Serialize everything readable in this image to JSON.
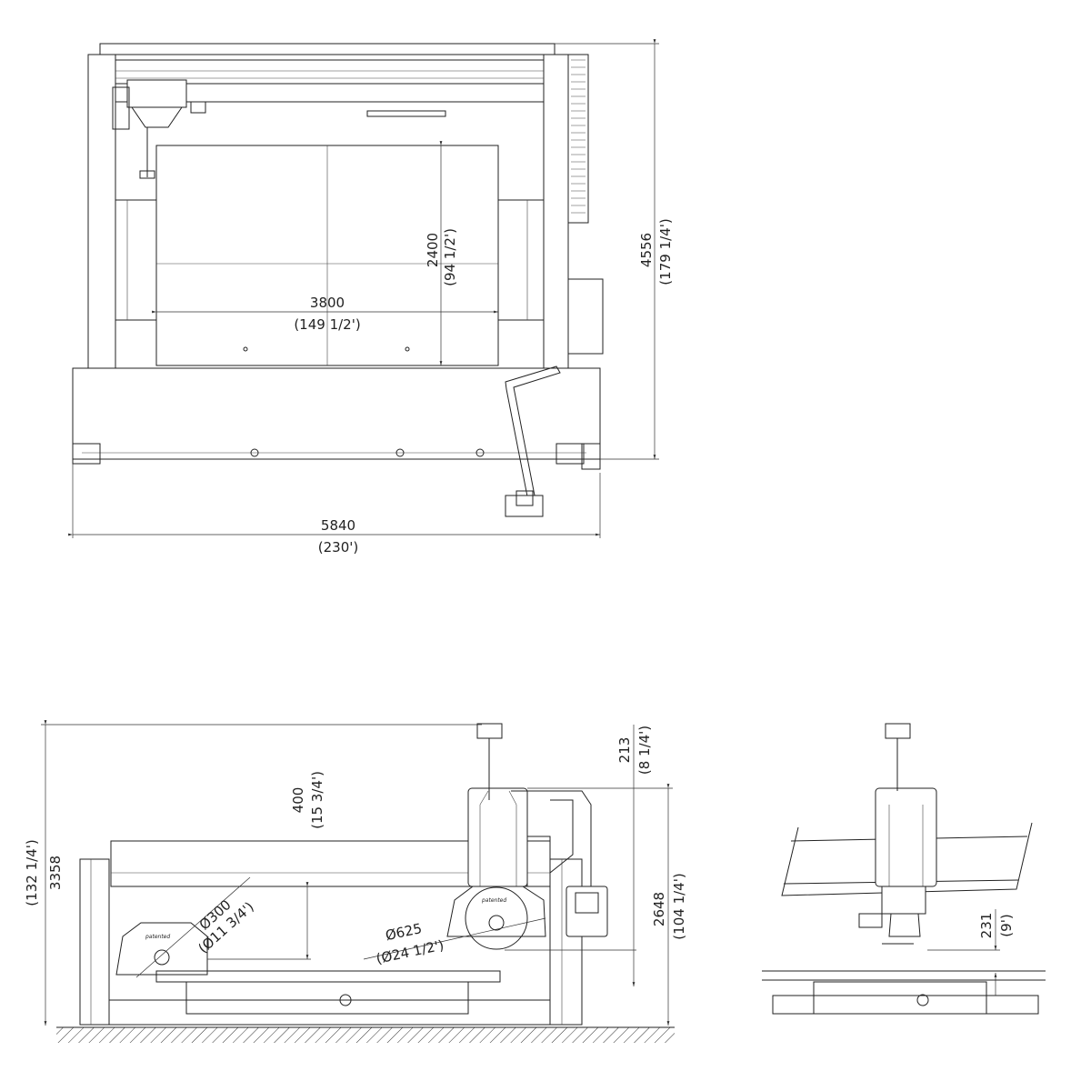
{
  "top_view": {
    "width_mm": "3800",
    "width_in": "(149 1/2')",
    "depth_mm": "2400",
    "depth_in": "(94 1/2')",
    "overall_depth_mm": "4556",
    "overall_depth_in": "(179 1/4')",
    "overall_width_mm": "5840",
    "overall_width_in": "(230')"
  },
  "side_view": {
    "height_mm": "3358",
    "height_in": "(132 1/4')",
    "stroke_mm": "400",
    "stroke_in": "(15 3/4')",
    "blade_small_mm": "Ø300",
    "blade_small_in": "(Ø11 3/4')",
    "blade_large_mm": "Ø625",
    "blade_large_in": "(Ø24 1/2')",
    "top_offset_mm": "213",
    "top_offset_in": "(8 1/4')",
    "bridge_height_mm": "2648",
    "bridge_height_in": "(104 1/4')",
    "logo_text": "patented"
  },
  "front_view": {
    "clearance_mm": "231",
    "clearance_in": "(9')"
  }
}
